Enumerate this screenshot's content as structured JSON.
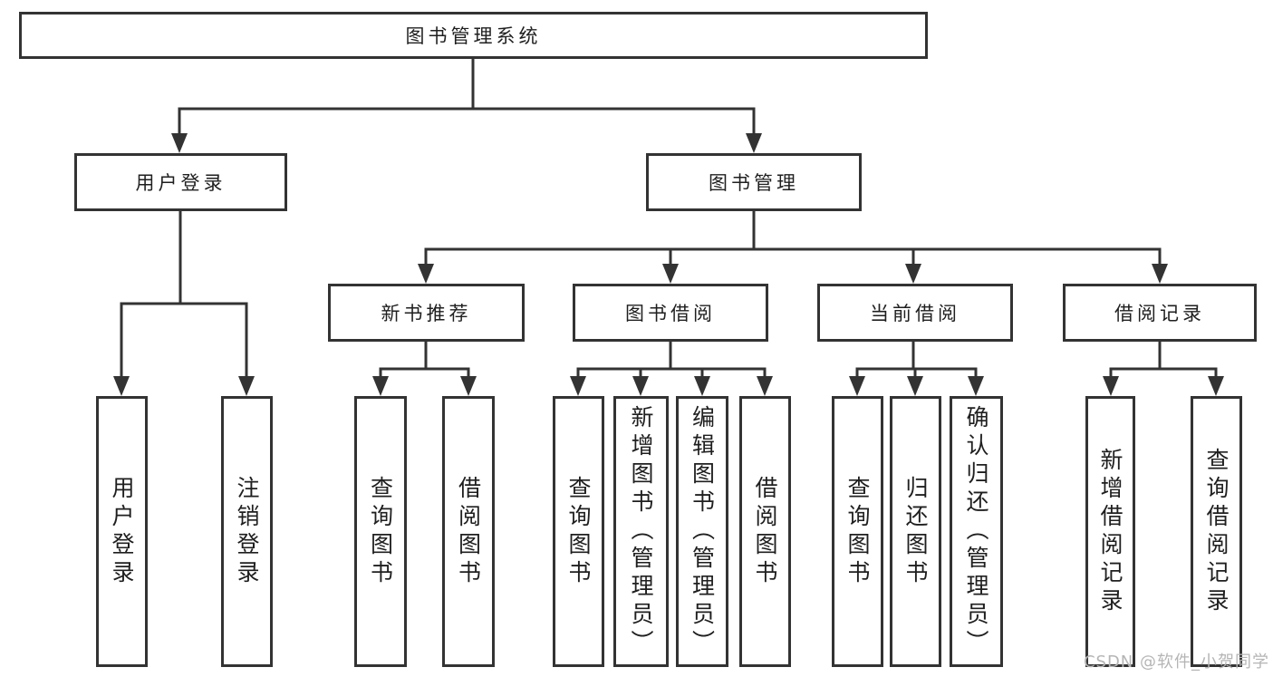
{
  "nodes": {
    "root": "图书管理系统",
    "user_login": "用户登录",
    "book_management": "图书管理",
    "new_book_recommend": "新书推荐",
    "book_borrow": "图书借阅",
    "current_borrow": "当前借阅",
    "borrow_records": "借阅记录",
    "leaves": {
      "user_login": [
        "用户登录",
        "注销登录"
      ],
      "new_book_recommend": [
        "查询图书",
        "借阅图书"
      ],
      "book_borrow": [
        "查询图书",
        "新增图书（管理员）",
        "编辑图书（管理员）",
        "借阅图书"
      ],
      "current_borrow": [
        "查询图书",
        "归还图书",
        "确认归还（管理员）"
      ],
      "borrow_records": [
        "新增借阅记录",
        "查询借阅记录"
      ]
    }
  },
  "watermark": "CSDN @软件_小贺同学",
  "colors": {
    "line": "#333333",
    "text": "#1f1f1f",
    "box_background": "#ffffff",
    "watermark": "#b5b5b5"
  }
}
